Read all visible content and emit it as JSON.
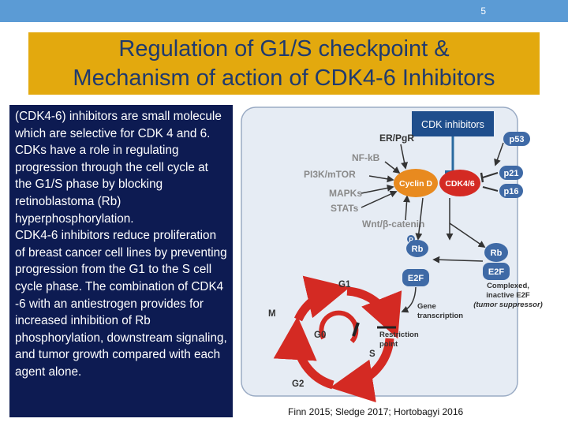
{
  "header": {
    "slide_number": "5"
  },
  "title": {
    "line1": "Regulation of G1/S checkpoint  &",
    "line2": "Mechanism of action of CDK4-6 Inhibitors"
  },
  "body": {
    "paragraph1": "(CDK4-6) inhibitors are small molecule which are selective for CDK 4 and 6. CDKs have a role in regulating progression through the cell cycle at the G1/S phase by blocking retinoblastoma (Rb) hyperphosphorylation.",
    "paragraph2": "CDK4-6 inhibitors reduce proliferation of breast cancer cell lines by preventing progression from the G1 to the S cell cycle phase. The combination of CDK4 -6 with an antiestrogen provides for increased inhibition of Rb phosphorylation, downstream signaling, and tumor growth compared with each agent alone."
  },
  "diagram": {
    "inhibitor_label": "CDK inhibitors",
    "upstream": [
      "ER/PgR",
      "NF-kB",
      "PI3K/mTOR",
      "MAPKs",
      "STATs",
      "Wnt/β-catenin"
    ],
    "cyclin": "Cyclin D",
    "cdk": "CDK4/6",
    "p53": "p53",
    "p21": "p21",
    "p16": "p16",
    "phospho": "P",
    "rb": "Rb",
    "e2f": "E2F",
    "complex_label": [
      "Complexed,",
      "inactive E2F",
      "(tumor suppressor)"
    ],
    "gene_label": [
      "Gene",
      "transcription"
    ],
    "restriction_label": [
      "Restriction",
      "point"
    ],
    "phases": {
      "g1": "G1",
      "g0": "G0",
      "m": "M",
      "s": "S",
      "g2": "G2"
    },
    "colors": {
      "red": "#d42a23",
      "blue_node": "#3f6aa6",
      "cdk_box": "#1f4e8c",
      "arrow": "#333333"
    }
  },
  "citation": "Finn 2015; Sledge 2017; Hortobagyi 2016"
}
